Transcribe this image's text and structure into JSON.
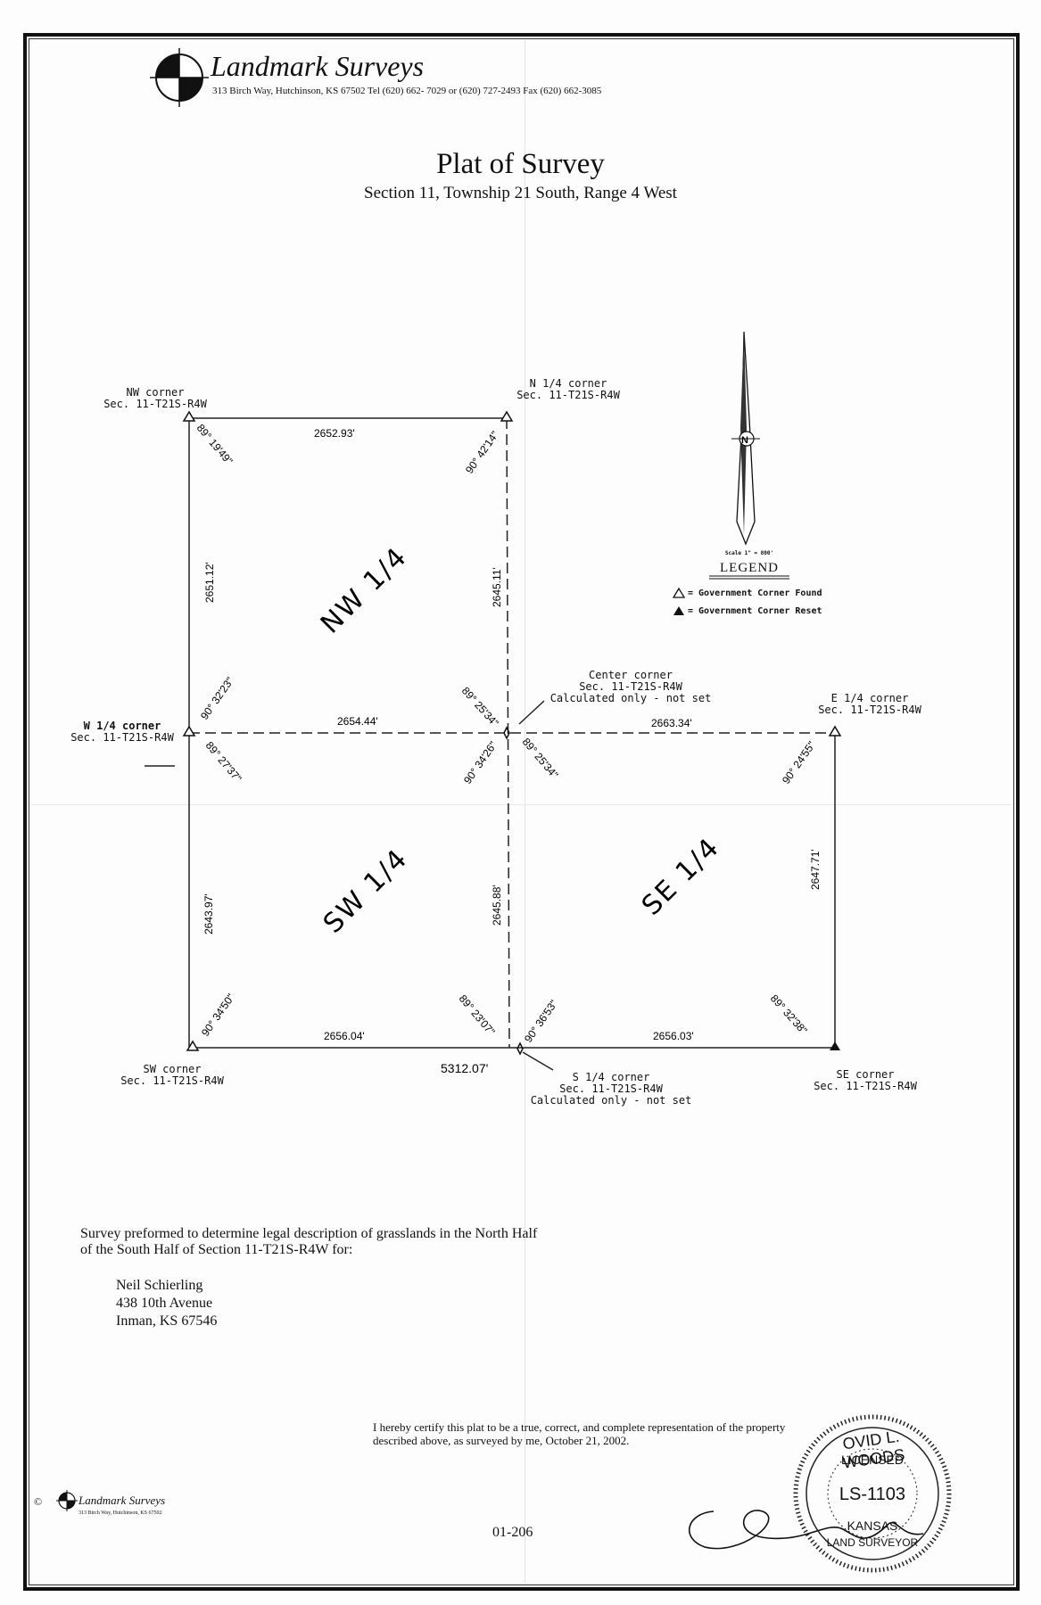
{
  "header": {
    "company": "Landmark Surveys",
    "address": "313 Birch Way, Hutchinson, KS 67502 Tel (620) 662- 7029 or (620) 727-2493 Fax (620) 662-3085"
  },
  "title": "Plat of Survey",
  "subtitle": "Section 11, Township 21 South, Range 4 West",
  "corners": {
    "nw": {
      "name": "NW corner",
      "sec": "Sec. 11-T21S-R4W"
    },
    "n": {
      "name": "N 1/4 corner",
      "sec": "Sec. 11-T21S-R4W"
    },
    "w": {
      "name": "W 1/4 corner",
      "sec": "Sec. 11-T21S-R4W"
    },
    "center": {
      "name": "Center corner",
      "sec": "Sec. 11-T21S-R4W",
      "note": "Calculated only - not set"
    },
    "e": {
      "name": "E 1/4 corner",
      "sec": "Sec. 11-T21S-R4W"
    },
    "sw": {
      "name": "SW corner",
      "sec": "Sec. 11-T21S-R4W"
    },
    "s": {
      "name": "S 1/4 corner",
      "sec": "Sec. 11-T21S-R4W",
      "note": "Calculated only - not set"
    },
    "se": {
      "name": "SE corner",
      "sec": "Sec. 11-T21S-R4W"
    }
  },
  "distances": {
    "north": "2652.93'",
    "center_w": "2654.44'",
    "center_e": "2663.34'",
    "south_w": "2656.04'",
    "south_e": "2656.03'",
    "south_total": "5312.07'",
    "west_n": "2651.12'",
    "mid_n": "2645.11'",
    "west_s": "2643.97'",
    "mid_s": "2645.88'",
    "east_s": "2647.71'"
  },
  "angles": {
    "nw": "89° 19'49\"",
    "n": "90° 42'14\"",
    "w_upper": "90° 32'23\"",
    "w_lower": "89° 27'37\"",
    "c_nw": "89° 25'34\"",
    "c_sw": "90° 34'26\"",
    "c_se": "89° 25'34\"",
    "e": "90° 24'55\"",
    "sw": "90° 34'50\"",
    "s_w": "89° 23'07\"",
    "s_e": "90° 36'53\"",
    "se": "89° 32'38\""
  },
  "quarters": {
    "nw": "NW 1/4",
    "sw": "SW 1/4",
    "se": "SE 1/4"
  },
  "north_arrow": {
    "letter": "N"
  },
  "legend": {
    "scale": "Scale 1\" = 800'",
    "title": "LEGEND",
    "found": "= Government Corner Found",
    "reset": "= Government Corner Reset"
  },
  "note": {
    "text": "Survey preformed to determine legal description of grasslands in the North Half of the South Half of Section 11-T21S-R4W for:",
    "client_name": "Neil Schierling",
    "client_street": "438 10th Avenue",
    "client_city": "Inman, KS 67546"
  },
  "certification": "I hereby certify this plat to be a true, correct, and complete representation of the property described above, as surveyed by me, October 21, 2002.",
  "seal": {
    "name": "OVID L. WOODS",
    "licensed": "LICENSED",
    "number": "LS-1103",
    "state": "KANSAS",
    "role": "LAND SURVEYOR"
  },
  "footer": {
    "copyright": "©",
    "company": "Landmark Surveys",
    "address": "313 Birch Way, Hutchinson, KS 67502"
  },
  "doc_number": "01-206"
}
